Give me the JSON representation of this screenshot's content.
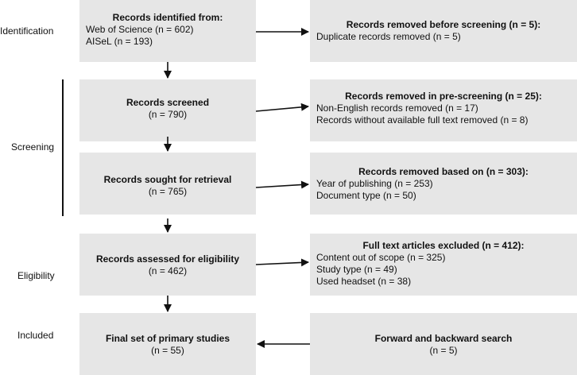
{
  "phases": {
    "identification": "Identification",
    "screening": "Screening",
    "eligibility": "Eligibility",
    "included": "Included"
  },
  "left": {
    "identified": {
      "title": "Records identified from:",
      "lines": [
        "Web of Science (n = 602)",
        "AISeL (n = 193)"
      ]
    },
    "screened": {
      "title": "Records screened",
      "count": "(n = 790)"
    },
    "sought": {
      "title": "Records sought for retrieval",
      "count": "(n = 765)"
    },
    "assessed": {
      "title": "Records assessed for eligibility",
      "count": "(n =  462)"
    },
    "final": {
      "title": "Final set of primary studies",
      "count": "(n = 55)"
    }
  },
  "right": {
    "removed_before": {
      "title": "Records removed before screening (n = 5):",
      "lines": [
        "Duplicate records removed (n = 5)"
      ]
    },
    "removed_prescreening": {
      "title": "Records removed in pre-screening (n = 25):",
      "lines": [
        "Non-English records removed (n = 17)",
        "Records without available full text removed (n = 8)"
      ]
    },
    "removed_based_on": {
      "title": "Records removed based on (n = 303):",
      "lines": [
        "Year of publishing (n = 253)",
        "Document type (n = 50)"
      ]
    },
    "excluded": {
      "title": "Full text articles excluded (n = 412):",
      "lines": [
        "Content out of scope (n = 325)",
        "Study type (n = 49)",
        "Used headset (n = 38)"
      ]
    },
    "search": {
      "title": "Forward and backward search",
      "count": "(n = 5)"
    }
  }
}
